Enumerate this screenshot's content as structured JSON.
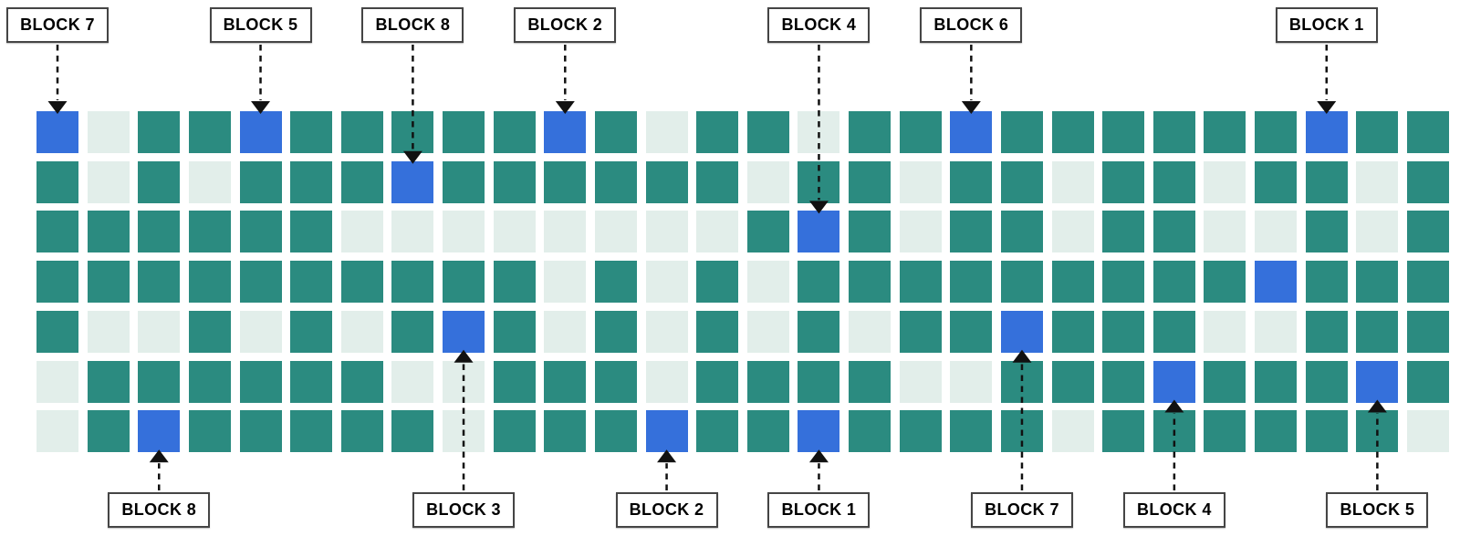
{
  "diagram": {
    "colors": {
      "background": "#FFFFFF",
      "teal": "#2B8B80",
      "light": "#E2EEEA",
      "blue": "#3570DB",
      "arrow": "#111111",
      "label_border": "#454545",
      "label_text": "#000000"
    },
    "grid": {
      "rows": 7,
      "cols": 28,
      "legend": {
        "t": "teal-square",
        "l": "light-square",
        "B": "blue-highlight-square"
      },
      "rows_data": [
        "BlttBtttttBtlttlttBttttttBtt",
        "tltltttBttttttlttlttlttlttlt",
        "ttttttlllllllltBtlttlttlltlt",
        "ttttttttttltltltttttttttBttt",
        "tlltltltBtltltltlttBtttllttt",
        "lttttttlltttlttttlltttBtttBt",
        "ltBtttttltttBttBttttlttttttl"
      ]
    },
    "labels_top": [
      {
        "text": "BLOCK 7",
        "target_row": 1,
        "target_col": 1
      },
      {
        "text": "BLOCK 5",
        "target_row": 1,
        "target_col": 5
      },
      {
        "text": "BLOCK 8",
        "target_row": 2,
        "target_col": 8
      },
      {
        "text": "BLOCK 2",
        "target_row": 1,
        "target_col": 11
      },
      {
        "text": "BLOCK 4",
        "target_row": 3,
        "target_col": 16
      },
      {
        "text": "BLOCK 6",
        "target_row": 1,
        "target_col": 19
      },
      {
        "text": "BLOCK 1",
        "target_row": 1,
        "target_col": 26
      }
    ],
    "labels_bottom": [
      {
        "text": "BLOCK 8",
        "target_row": 7,
        "target_col": 3
      },
      {
        "text": "BLOCK 3",
        "target_row": 5,
        "target_col": 9
      },
      {
        "text": "BLOCK 2",
        "target_row": 7,
        "target_col": 13
      },
      {
        "text": "BLOCK 1",
        "target_row": 7,
        "target_col": 16
      },
      {
        "text": "BLOCK 7",
        "target_row": 5,
        "target_col": 20
      },
      {
        "text": "BLOCK 4",
        "target_row": 6,
        "target_col": 23
      },
      {
        "text": "BLOCK 5",
        "target_row": 6,
        "target_col": 27
      }
    ]
  }
}
